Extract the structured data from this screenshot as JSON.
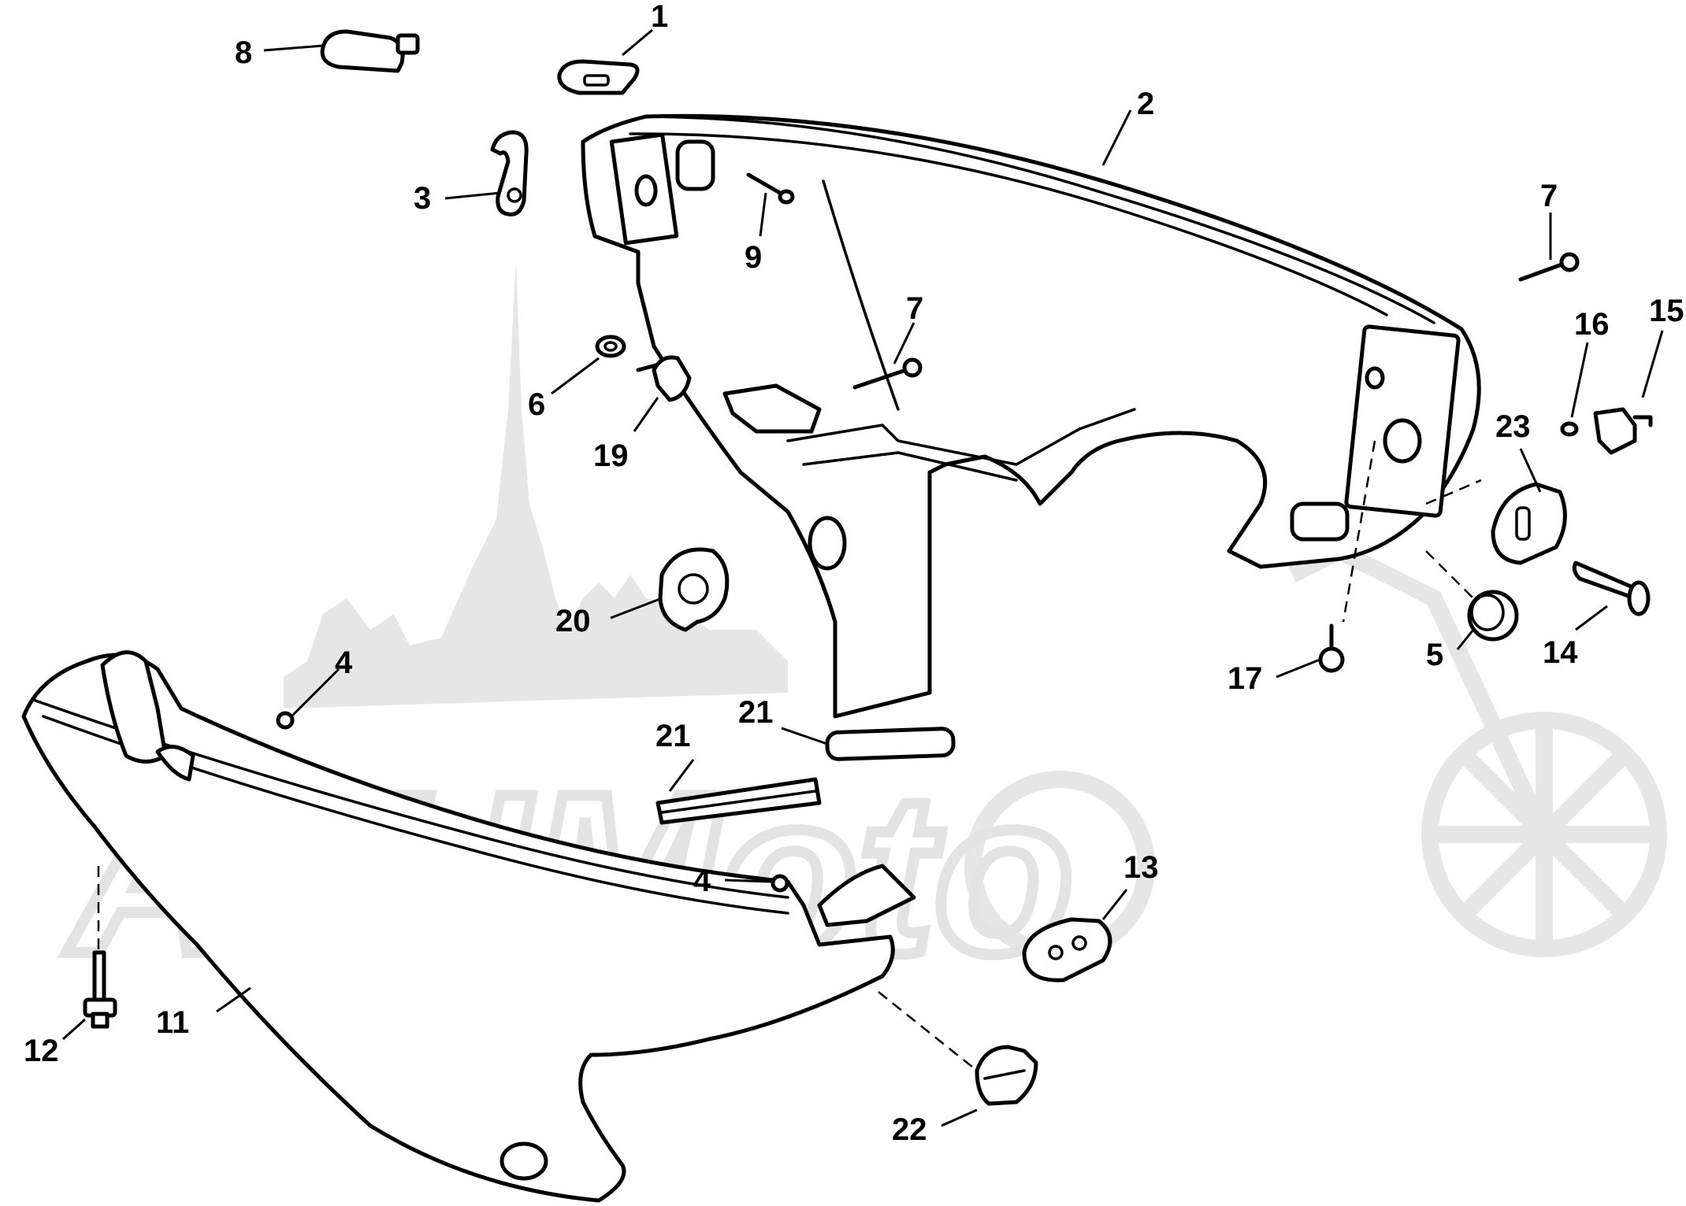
{
  "diagram": {
    "watermark_text": "AeHMoto",
    "callouts": {
      "c1": "1",
      "c2": "2",
      "c3": "3",
      "c4a": "4",
      "c4b": "4",
      "c5": "5",
      "c6": "6",
      "c7a": "7",
      "c7b": "7",
      "c8": "8",
      "c9": "9",
      "c11": "11",
      "c12": "12",
      "c13": "13",
      "c14": "14",
      "c15": "15",
      "c16": "16",
      "c17": "17",
      "c19": "19",
      "c20": "20",
      "c21a": "21",
      "c21b": "21",
      "c22": "22",
      "c23": "23"
    }
  }
}
